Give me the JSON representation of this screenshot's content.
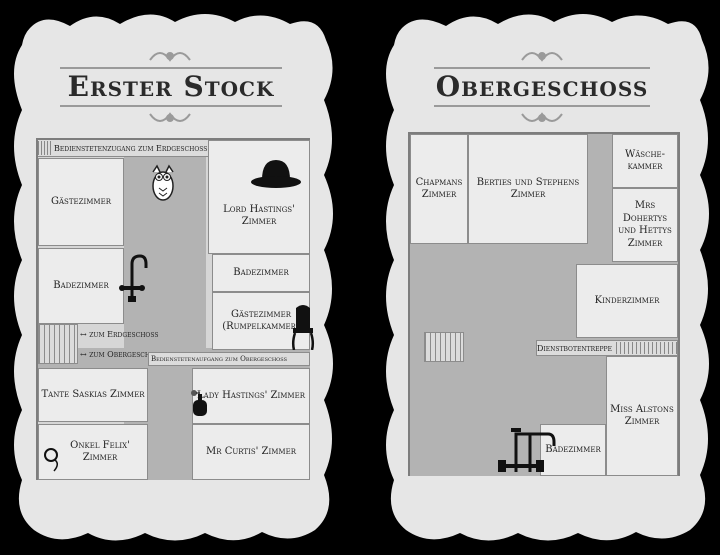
{
  "left": {
    "title": "Erster Stock",
    "service_entrance_ground": "Bedienstetenzugang zum Erdgeschoss",
    "service_entrance_upper": "Bedienstetenaufgang zum Obergeschoss",
    "stairs_down": "zum Erdgeschoss",
    "stairs_up": "zum Obergeschoss",
    "rooms": {
      "guest_room": "Gästezimmer",
      "bathroom_left": "Badezimmer",
      "aunt_saskia": "Tante Saskias Zimmer",
      "uncle_felix": "Onkel Felix' Zimmer",
      "lord_hastings": "Lord Hastings' Zimmer",
      "bathroom_right": "Badezimmer",
      "guest_room_lumber": "Gästezimmer (Rumpelkammer)",
      "lady_hastings": "Lady Hastings' Zimmer",
      "mr_curtis": "Mr Curtis' Zimmer"
    }
  },
  "right": {
    "title": "Obergeschoss",
    "servant_stairs": "Dienstbotentreppe",
    "rooms": {
      "chapman": "Chapmans Zimmer",
      "berties_stephens": "Berties und Stephens Zimmer",
      "laundry": "Wäsche-kammer",
      "doherty_hetty": "Mrs Dohertys und Hettys Zimmer",
      "nursery": "Kinderzimmer",
      "miss_alston": "Miss Alstons Zimmer",
      "bathroom": "Badezimmer"
    }
  },
  "colors": {
    "paper": "#e8e8e8",
    "corridor": "#b3b3b3",
    "room": "#ececec",
    "ink": "#2a2a2a"
  },
  "icons": [
    "owl-icon",
    "bowler-hat-icon",
    "faucet-icon",
    "chair-icon",
    "perfume-bottle-icon",
    "monocle-icon",
    "bath-faucet-icon"
  ]
}
